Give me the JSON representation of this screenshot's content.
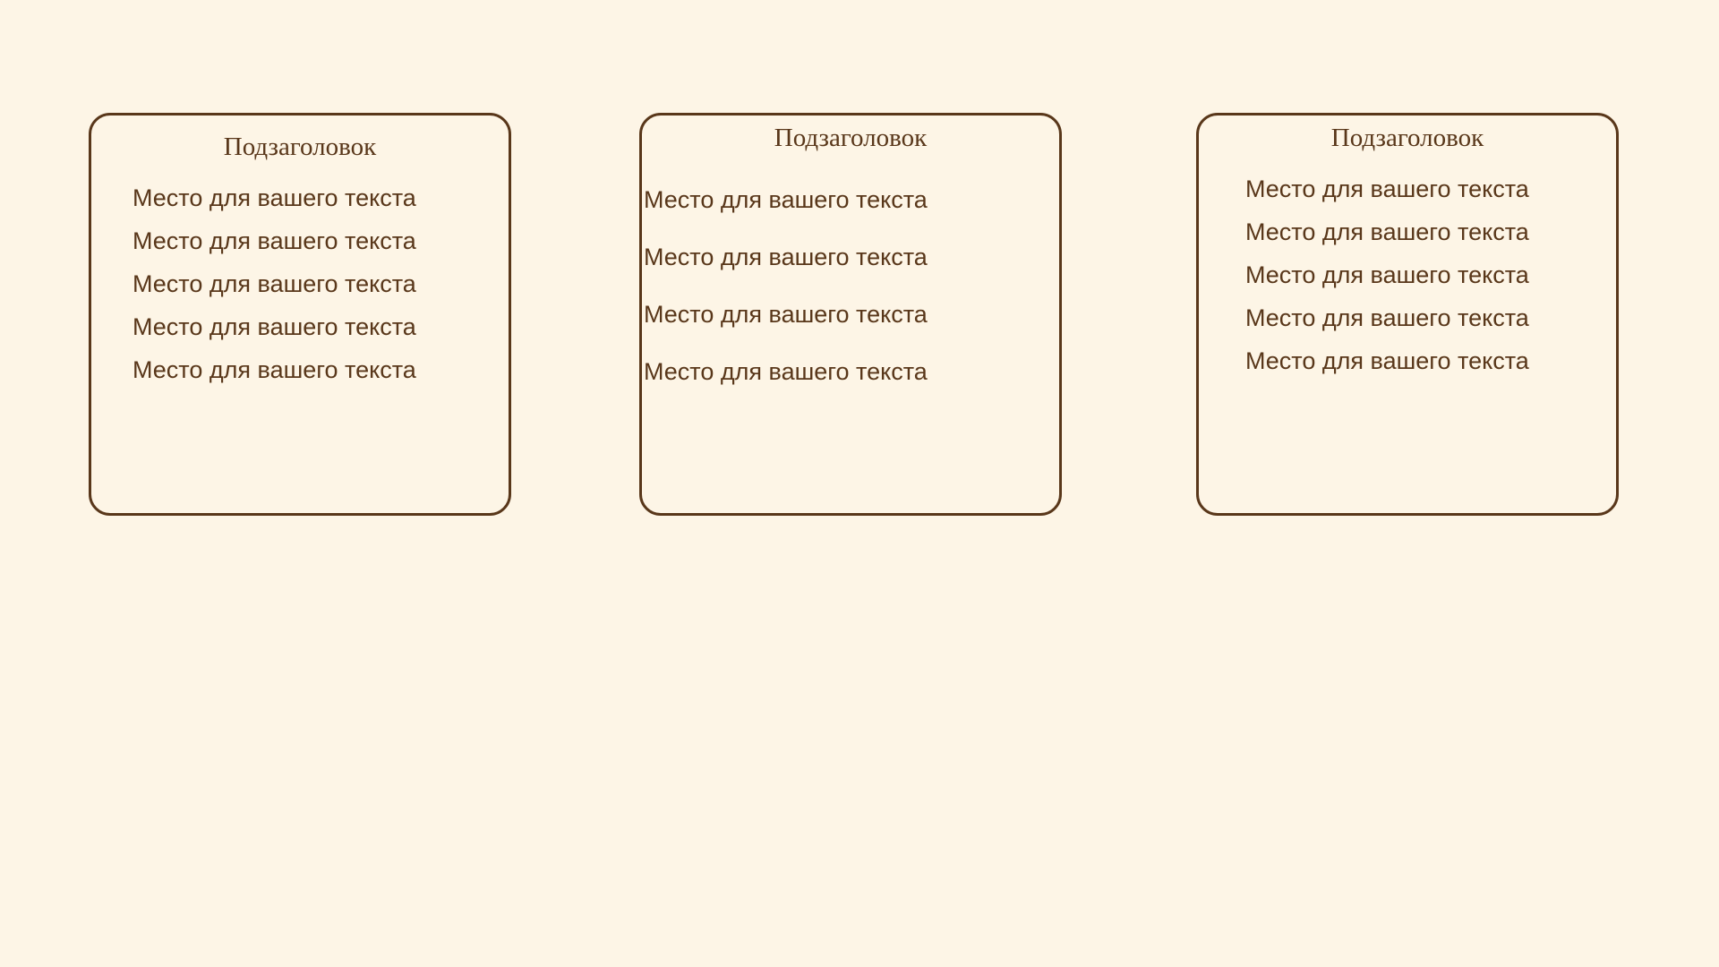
{
  "page": {
    "background_color": "#fdf5e6",
    "accent_color": "#59371a"
  },
  "cards": [
    {
      "id": "card-1",
      "title": "Подзаголовок",
      "lines": [
        "Место для вашего текста",
        "Место для вашего текста",
        "Место для вашего текста",
        "Место для вашего текста",
        "Место для вашего текста"
      ]
    },
    {
      "id": "card-2",
      "title": "Подзаголовок",
      "lines": [
        "Место для вашего текста",
        "Место для вашего текста",
        "Место для вашего текста",
        "Место для вашего текста"
      ]
    },
    {
      "id": "card-3",
      "title": "Подзаголовок",
      "lines": [
        "Место для вашего текста",
        "Место для вашего текста",
        "Место для вашего текста",
        "Место для вашего текста",
        "Место для вашего текста"
      ]
    }
  ]
}
